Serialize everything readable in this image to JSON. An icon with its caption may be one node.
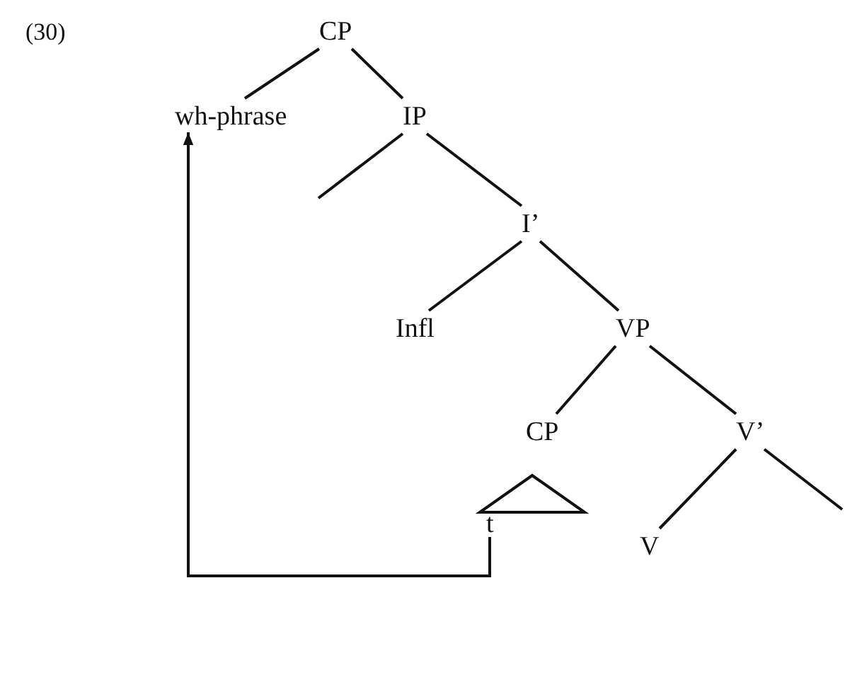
{
  "diagram": {
    "nodes": [
      {
        "text": [
          "CP"
        ]
      },
      {
        "text": [
          "wh-phrase"
        ]
      },
      {
        "text": [
          "IP"
        ]
      },
      {
        "text": [
          "I’"
        ]
      },
      {
        "text": [
          "Infl"
        ]
      },
      {
        "text": [
          "VP"
        ]
      },
      {
        "text": [
          "CP"
        ]
      },
      {
        "text": [
          "V’"
        ]
      },
      {
        "text": [],
        "shape": "triangle"
      },
      {
        "text": [
          "t"
        ]
      },
      {
        "text": [
          "V"
        ]
      }
    ],
    "edges": [
      {
        "from": 0,
        "to": 1,
        "arrow": "none"
      },
      {
        "from": 0,
        "to": 2,
        "arrow": "none"
      },
      {
        "from": 2,
        "to": null,
        "arrow": "none"
      },
      {
        "from": 2,
        "to": 3,
        "arrow": "none"
      },
      {
        "from": 3,
        "to": 4,
        "arrow": "none"
      },
      {
        "from": 3,
        "to": 5,
        "arrow": "none"
      },
      {
        "from": 5,
        "to": 6,
        "arrow": "none"
      },
      {
        "from": 5,
        "to": 7,
        "arrow": "none"
      },
      {
        "from": 7,
        "to": 10,
        "arrow": "none"
      },
      {
        "from": 7,
        "to": null,
        "arrow": "none"
      },
      {
        "from": 9,
        "to": 1,
        "arrow": "to"
      }
    ],
    "labels": [
      "(30)"
    ]
  }
}
